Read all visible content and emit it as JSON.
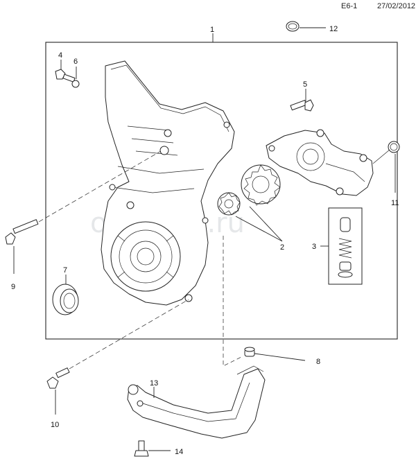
{
  "header": {
    "page_id": "E6-1",
    "date": "27/02/2012"
  },
  "watermark": "omsklad.ru",
  "callouts": [
    "1",
    "2",
    "3",
    "4",
    "5",
    "6",
    "7",
    "8",
    "9",
    "10",
    "11",
    "12",
    "13",
    "14"
  ]
}
